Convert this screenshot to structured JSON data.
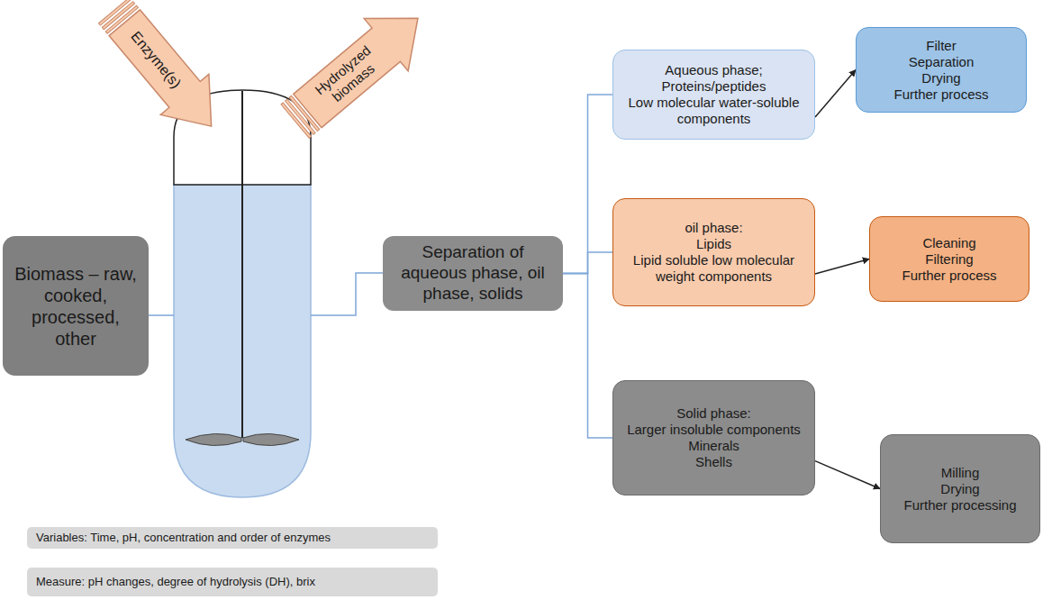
{
  "diagram": {
    "nodes": [
      {
        "text": [
          "Enzyme(s)"
        ]
      },
      {
        "text": [
          "Hydrolyzed biomass"
        ]
      },
      {
        "text": [
          "Biomass – raw, cooked, processed, other"
        ]
      },
      {
        "text": [
          "Separation of aqueous phase, oil phase, solids"
        ]
      },
      {
        "text": [
          "Aqueous phase;",
          "Proteins/peptides",
          "Low molecular water-soluble components"
        ]
      },
      {
        "text": [
          "Filter",
          "Separation",
          "Drying",
          "Further process"
        ]
      },
      {
        "text": [
          "oil phase:",
          "Lipids",
          "Lipid soluble low molecular weight components"
        ]
      },
      {
        "text": [
          "Cleaning",
          "Filtering",
          "Further process"
        ]
      },
      {
        "text": [
          "Solid phase:",
          "Larger insoluble components",
          "Minerals",
          "Shells"
        ]
      },
      {
        "text": [
          "Milling",
          "Drying",
          "Further processing"
        ]
      },
      {
        "text": [
          "Variables: Time, pH, concentration and order of enzymes"
        ]
      },
      {
        "text": [
          "Measure: pH changes, degree of hydrolysis (DH), brix"
        ]
      }
    ],
    "edges": [
      {
        "from": 3,
        "to": 4,
        "arrow": "none"
      },
      {
        "from": 3,
        "to": 6,
        "arrow": "none"
      },
      {
        "from": 3,
        "to": 8,
        "arrow": "none"
      },
      {
        "from": 4,
        "to": 5,
        "arrow": "to"
      },
      {
        "from": 6,
        "to": 7,
        "arrow": "to"
      },
      {
        "from": 8,
        "to": 9,
        "arrow": "to"
      }
    ]
  }
}
